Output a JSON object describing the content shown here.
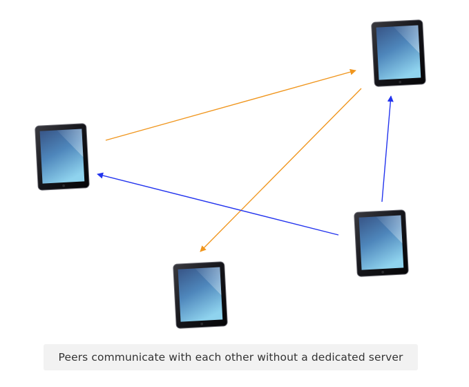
{
  "caption": "Peers communicate with each other without a dedicated server",
  "devices": [
    {
      "id": "tablet-top-right",
      "icon": "tablet-icon"
    },
    {
      "id": "tablet-left",
      "icon": "tablet-icon"
    },
    {
      "id": "tablet-bottom-middle",
      "icon": "tablet-icon"
    },
    {
      "id": "tablet-bottom-right",
      "icon": "tablet-icon"
    }
  ],
  "connections": [
    {
      "from": "tablet-left",
      "to": "tablet-top-right",
      "color": "#f0961e"
    },
    {
      "from": "tablet-top-right",
      "to": "tablet-bottom-middle",
      "color": "#f0961e"
    },
    {
      "from": "tablet-bottom-right",
      "to": "tablet-left",
      "color": "#2233ee"
    },
    {
      "from": "tablet-bottom-right",
      "to": "tablet-top-right",
      "color": "#2233ee"
    }
  ],
  "colors": {
    "peer_link_orange": "#f0961e",
    "peer_link_blue": "#2233ee",
    "caption_background": "#f2f2f2"
  }
}
